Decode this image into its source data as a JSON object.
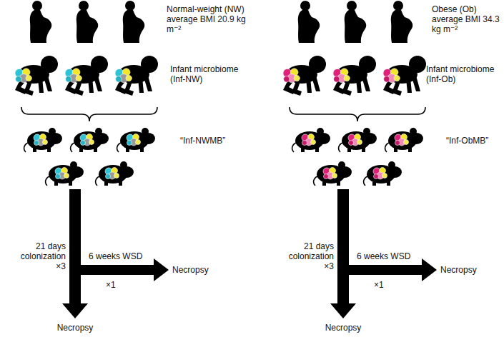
{
  "diagram": {
    "labels": [
      "Normal-weight (NW) average BMI 20.9 kg m⁻²",
      "Obese (Ob) average BMI 34.3 kg m⁻²",
      "Infant microbiome (Inf-NW)",
      "Infant microbiome (Inf-Ob)",
      "“Inf-NWMB”",
      "“Inf-ObMB”",
      "21 days colonization ×3",
      "6 weeks WSD",
      "×1",
      "Necropsy",
      "Necropsy",
      "21 days colonization ×3",
      "6 weeks WSD",
      "×1",
      "Necropsy",
      "Necropsy"
    ]
  }
}
